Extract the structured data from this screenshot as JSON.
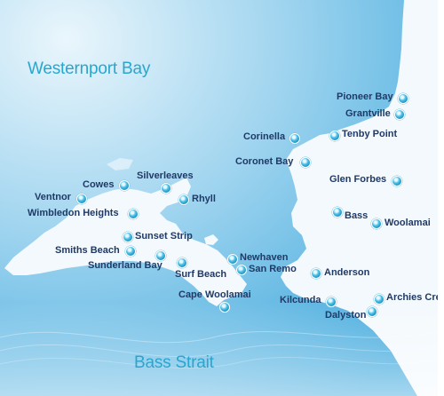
{
  "colors": {
    "sea_light": "#eaf6fc",
    "sea_mid": "#9fd4ef",
    "sea_deep": "#3aa6dc",
    "land": "#f4f9fd",
    "water_label": "#29a6cf",
    "place_label": "#1f3a66",
    "pin": "#2aa3d8"
  },
  "water_labels": [
    {
      "id": "westernport-bay",
      "text": "Westernport Bay"
    },
    {
      "id": "bass-strait",
      "text": "Bass Strait"
    }
  ],
  "places": [
    {
      "id": "pioneer-bay",
      "label": "Pioneer Bay"
    },
    {
      "id": "grantville",
      "label": "Grantville"
    },
    {
      "id": "corinella",
      "label": "Corinella"
    },
    {
      "id": "tenby-point",
      "label": "Tenby Point"
    },
    {
      "id": "coronet-bay",
      "label": "Coronet Bay"
    },
    {
      "id": "glen-forbes",
      "label": "Glen Forbes"
    },
    {
      "id": "bass",
      "label": "Bass"
    },
    {
      "id": "woolamai",
      "label": "Woolamai"
    },
    {
      "id": "cowes",
      "label": "Cowes"
    },
    {
      "id": "silverleaves",
      "label": "Silverleaves"
    },
    {
      "id": "rhyll",
      "label": "Rhyll"
    },
    {
      "id": "ventnor",
      "label": "Ventnor"
    },
    {
      "id": "wimbledon-heights",
      "label": "Wimbledon Heights"
    },
    {
      "id": "sunset-strip",
      "label": "Sunset Strip"
    },
    {
      "id": "smiths-beach",
      "label": "Smiths Beach"
    },
    {
      "id": "sunderland-bay",
      "label": "Sunderland Bay"
    },
    {
      "id": "surf-beach",
      "label": "Surf Beach"
    },
    {
      "id": "newhaven",
      "label": "Newhaven"
    },
    {
      "id": "san-remo",
      "label": "San Remo"
    },
    {
      "id": "anderson",
      "label": "Anderson"
    },
    {
      "id": "cape-woolamai",
      "label": "Cape Woolamai"
    },
    {
      "id": "kilcunda",
      "label": "Kilcunda"
    },
    {
      "id": "archies-creek",
      "label": "Archies Cree"
    },
    {
      "id": "dalyston",
      "label": "Dalyston"
    }
  ]
}
